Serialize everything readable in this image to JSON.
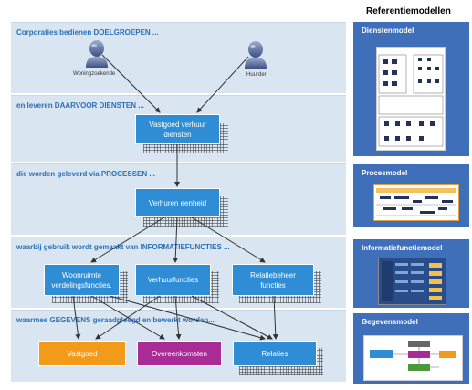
{
  "bands": [
    {
      "title": "Corporaties bedienen DOELGROEPEN ..."
    },
    {
      "title": "en leveren DAARVOOR DIENSTEN ..."
    },
    {
      "title": "die worden geleverd via PROCESSEN ..."
    },
    {
      "title": "waarbij gebruik wordt gemaakt van INFORMATIEFUNCTIES ..."
    },
    {
      "title": "waarmee GEGEVENS geraadpleegd en bewerkt worden..."
    }
  ],
  "persons": [
    {
      "label": "Woningzoekende"
    },
    {
      "label": "Huurder"
    }
  ],
  "boxes": {
    "dienst": "Vastgoed verhuur diensten",
    "proces": "Verhuren eenheid",
    "info1": "Woonruimte verdelingsfuncties.",
    "info2": "Verhuurfuncties",
    "info3": "Relatiebeheer functies",
    "data1": "Vastgoed",
    "data2": "Overeenkomsten",
    "data3": "Relaties"
  },
  "reference": {
    "header": "Referentiemodellen",
    "models": [
      {
        "title": "Dienstenmodel"
      },
      {
        "title": "Procesmodel"
      },
      {
        "title": "Informatiefunctiemodel"
      },
      {
        "title": "Gegevensmodel"
      }
    ]
  },
  "colors": {
    "band_bg": "#d9e6f2",
    "title_blue": "#2a6fb5",
    "box_blue": "#2e8dd4",
    "orange": "#f29a1a",
    "purple": "#a92c96",
    "ref_blue": "#3f6fb8"
  }
}
